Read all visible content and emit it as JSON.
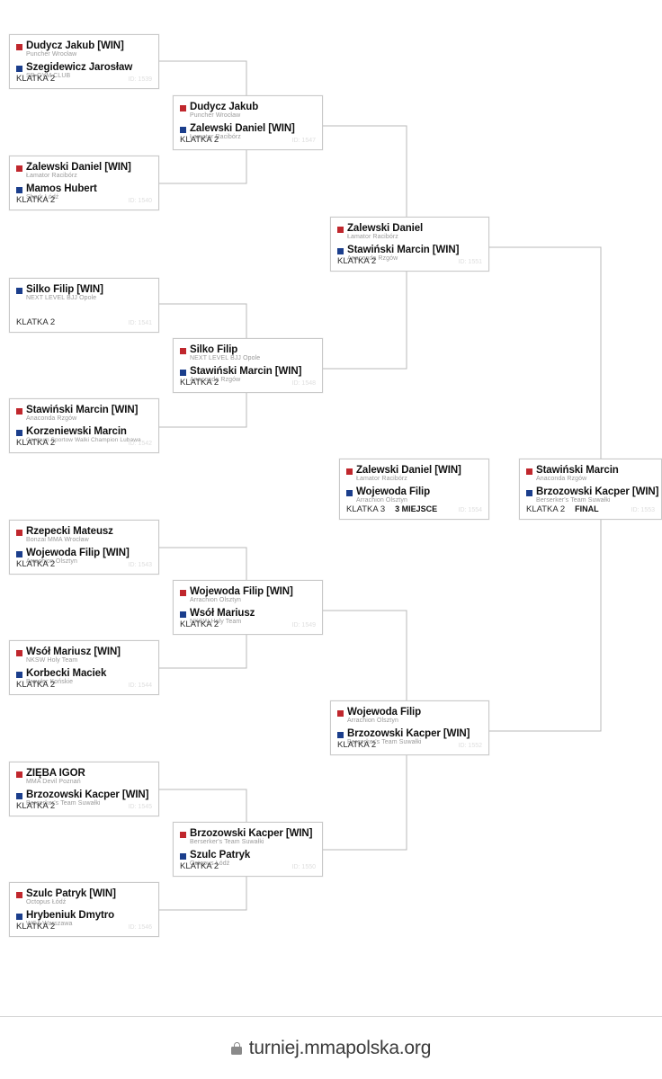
{
  "site": {
    "url": "turniej.mmapolska.org",
    "lock_icon": "lock-icon"
  },
  "labels": {
    "cage2": "KLATKA 2",
    "cage3": "KLATKA 3",
    "final_tag": "FINAL",
    "third_place_tag": "3 MIEJSCE",
    "win_suffix": "[WIN]"
  },
  "colors": {
    "red_corner": "#c0272d",
    "blue_corner": "#1b3e8c",
    "box_border": "#c9c9c9",
    "connector": "#b8b8b8",
    "gym_text": "#9a9a9a"
  },
  "bracket": {
    "rounds": [
      {
        "name": "round-of-16",
        "matches": [
          {
            "id": "m1",
            "red": {
              "name": "Dudycz Jakub [WIN]",
              "gym": "Puncher Wrocław"
            },
            "blue": {
              "name": "Szegidewicz Jarosław",
              "gym": "SD GYM CLUB"
            },
            "cage": "KLATKA 2",
            "tag": "",
            "match_id": "ID: 1539"
          },
          {
            "id": "m2",
            "red": {
              "name": "Zalewski Daniel [WIN]",
              "gym": "Łamator Racibórz"
            },
            "blue": {
              "name": "Mamos Hubert",
              "gym": "Shark Łódź"
            },
            "cage": "KLATKA 2",
            "tag": "",
            "match_id": "ID: 1540"
          },
          {
            "id": "m3",
            "red": {
              "name": "",
              "gym": ""
            },
            "blue": {
              "name": "Silko Filip [WIN]",
              "gym": "NEXT LEVEL BJJ Opole"
            },
            "cage": "KLATKA 2",
            "tag": "",
            "match_id": "ID: 1541"
          },
          {
            "id": "m4",
            "red": {
              "name": "Stawiński Marcin [WIN]",
              "gym": "Anaconda Rzgów"
            },
            "blue": {
              "name": "Korzeniewski Marcin",
              "gym": "Centrum Sportow Walki Champion Lubawa"
            },
            "cage": "KLATKA 2",
            "tag": "",
            "match_id": "ID: 1542"
          },
          {
            "id": "m5",
            "red": {
              "name": "Rzepecki Mateusz",
              "gym": "Bonzai MMA Wrocław"
            },
            "blue": {
              "name": "Wojewoda Filip [WIN]",
              "gym": "Arrachion Olsztyn"
            },
            "cage": "KLATKA 2",
            "tag": "",
            "match_id": "ID: 1543"
          },
          {
            "id": "m6",
            "red": {
              "name": "Wsół Mariusz [WIN]",
              "gym": "NKSW Holy Team"
            },
            "blue": {
              "name": "Korbecki Maciek",
              "gym": "Brawler Końskie"
            },
            "cage": "KLATKA 2",
            "tag": "",
            "match_id": "ID: 1544"
          },
          {
            "id": "m7",
            "red": {
              "name": "ZIĘBA IGOR",
              "gym": "MMA Devil Poznań"
            },
            "blue": {
              "name": "Brzozowski Kacper [WIN]",
              "gym": "Berserker's Team Suwałki"
            },
            "cage": "KLATKA 2",
            "tag": "",
            "match_id": "ID: 1545"
          },
          {
            "id": "m8",
            "red": {
              "name": "Szulc Patryk [WIN]",
              "gym": "Octopus Łódź"
            },
            "blue": {
              "name": "Hrybeniuk Dmytro",
              "gym": "WCA Warszawa"
            },
            "cage": "KLATKA 2",
            "tag": "",
            "match_id": "ID: 1546"
          }
        ]
      },
      {
        "name": "quarterfinals",
        "matches": [
          {
            "id": "q1",
            "red": {
              "name": "Dudycz Jakub",
              "gym": "Puncher Wrocław"
            },
            "blue": {
              "name": "Zalewski Daniel [WIN]",
              "gym": "Łamator Racibórz"
            },
            "cage": "KLATKA 2",
            "tag": "",
            "match_id": "ID: 1547"
          },
          {
            "id": "q2",
            "red": {
              "name": "Silko Filip",
              "gym": "NEXT LEVEL BJJ Opole"
            },
            "blue": {
              "name": "Stawiński Marcin [WIN]",
              "gym": "Anaconda Rzgów"
            },
            "cage": "KLATKA 2",
            "tag": "",
            "match_id": "ID: 1548"
          },
          {
            "id": "q3",
            "red": {
              "name": "Wojewoda Filip [WIN]",
              "gym": "Arrachion Olsztyn"
            },
            "blue": {
              "name": "Wsół Mariusz",
              "gym": "NKSW Holy Team"
            },
            "cage": "KLATKA 2",
            "tag": "",
            "match_id": "ID: 1549"
          },
          {
            "id": "q4",
            "red": {
              "name": "Brzozowski Kacper [WIN]",
              "gym": "Berserker's Team Suwałki"
            },
            "blue": {
              "name": "Szulc Patryk",
              "gym": "Octopus Łódź"
            },
            "cage": "KLATKA 2",
            "tag": "",
            "match_id": "ID: 1550"
          }
        ]
      },
      {
        "name": "semifinals",
        "matches": [
          {
            "id": "s1",
            "red": {
              "name": "Zalewski Daniel",
              "gym": "Łamator Racibórz"
            },
            "blue": {
              "name": "Stawiński Marcin [WIN]",
              "gym": "Anaconda Rzgów"
            },
            "cage": "KLATKA 2",
            "tag": "",
            "match_id": "ID: 1551"
          },
          {
            "id": "s2",
            "red": {
              "name": "Wojewoda Filip",
              "gym": "Arrachion Olsztyn"
            },
            "blue": {
              "name": "Brzozowski Kacper [WIN]",
              "gym": "Berserker's Team Suwałki"
            },
            "cage": "KLATKA 2",
            "tag": "",
            "match_id": "ID: 1552"
          }
        ]
      },
      {
        "name": "third-place",
        "matches": [
          {
            "id": "t1",
            "red": {
              "name": "Zalewski Daniel [WIN]",
              "gym": "Łamator Racibórz"
            },
            "blue": {
              "name": "Wojewoda Filip",
              "gym": "Arrachion Olsztyn"
            },
            "cage": "KLATKA 3",
            "tag": "3 MIEJSCE",
            "match_id": "ID: 1554"
          }
        ]
      },
      {
        "name": "final",
        "matches": [
          {
            "id": "f1",
            "red": {
              "name": "Stawiński Marcin",
              "gym": "Anaconda Rzgów"
            },
            "blue": {
              "name": "Brzozowski Kacper [WIN]",
              "gym": "Berserker's Team Suwałki"
            },
            "cage": "KLATKA 2",
            "tag": "FINAL",
            "match_id": "ID: 1553"
          }
        ]
      }
    ]
  }
}
